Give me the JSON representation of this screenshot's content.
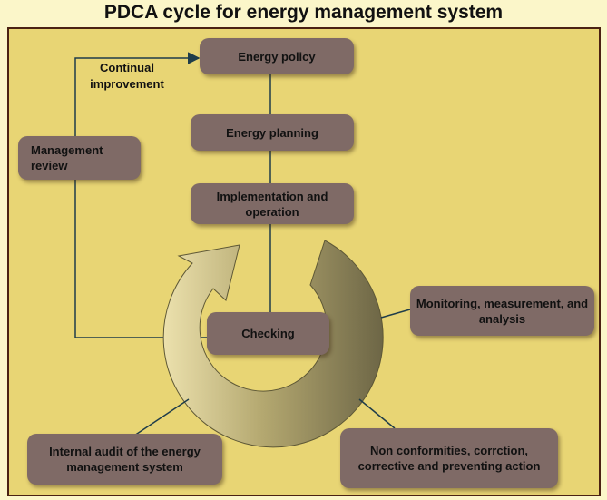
{
  "title": "PDCA cycle for energy management system",
  "loop_label": "Continual improvement",
  "nodes": {
    "energy_policy": "Energy policy",
    "energy_planning": "Energy planning",
    "implementation": "Implementation and operation",
    "checking": "Checking",
    "management_review": "Management review",
    "monitoring": "Monitoring, measurement, and analysis",
    "internal_audit": "Internal audit of the energy management system",
    "nonconformities": "Non conformities, corrction, corrective and preventing action"
  },
  "colors": {
    "background": "#fbf6c9",
    "panel": "#e8d574",
    "box": "#7f6a66",
    "border": "#4b2212",
    "connector": "#1f3d4a",
    "cycle_arrow": "#b4a870"
  }
}
